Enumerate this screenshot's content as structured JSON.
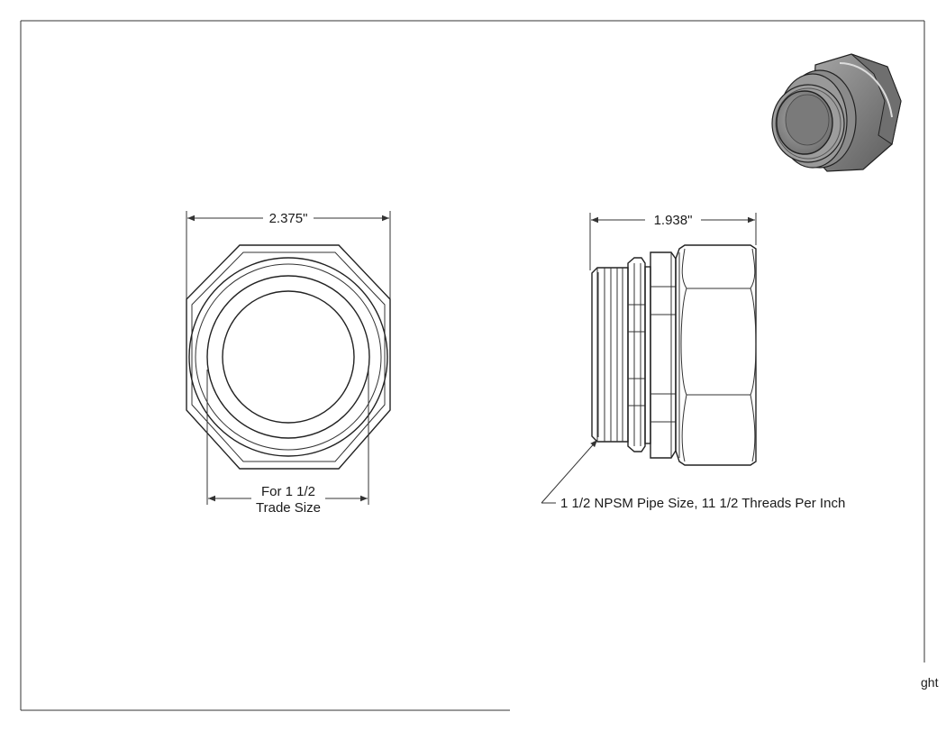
{
  "front_view": {
    "overall_width_dim": "2.375\"",
    "trade_size_line1": "For 1 1/2",
    "trade_size_line2": "Trade Size"
  },
  "side_view": {
    "length_dim": "1.938\"",
    "thread_note": "1 1/2 NPSM Pipe Size, 11 1/2 Threads Per Inch"
  },
  "corner_fragment": "ght",
  "colors": {
    "line": "#333333",
    "text": "#1a1a1a",
    "iso_body": "#8c8c8c",
    "iso_dark": "#4a4a4a"
  }
}
